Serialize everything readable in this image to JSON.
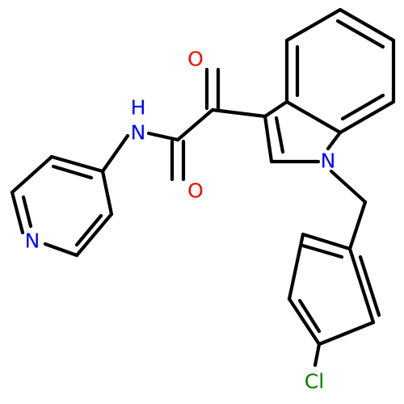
{
  "atom_labels": {
    "o_keto": "O",
    "o_amide": "O",
    "n_amide": "N",
    "h_amide": "H",
    "n_indole": "N",
    "n_pyridine": "N",
    "cl": "Cl"
  },
  "colors": {
    "bond": "#000000",
    "oxygen": "#ff0000",
    "nitrogen": "#0000ff",
    "chlorine": "#008000",
    "background": "#ffffff"
  }
}
